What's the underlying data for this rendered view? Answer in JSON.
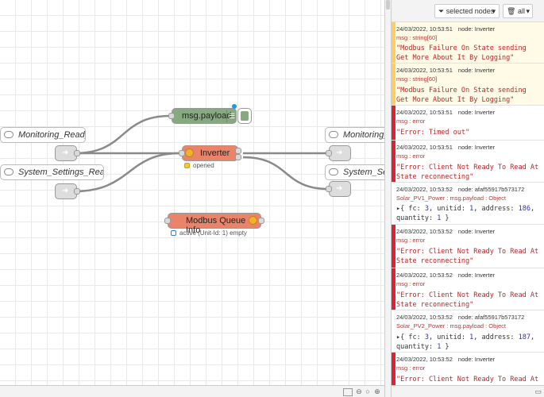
{
  "workspace": {
    "comments": [
      {
        "id": "monitoring-read-in",
        "label": "Monitoring_Read_In"
      },
      {
        "id": "system-settings-read-in",
        "label": "System_Settings_Read_In"
      },
      {
        "id": "monitoring-read-out",
        "label": "Monitoring_Re"
      },
      {
        "id": "system-settings-out",
        "label": "System_Settin"
      }
    ],
    "nodes": {
      "debug": {
        "label": "msg.payload"
      },
      "inverter": {
        "label": "Inverter",
        "status": "opened",
        "status_color": "#f0c93e"
      },
      "queue": {
        "label": "Modbus Queue Info",
        "status": "active (Unit-Id: 1) empty",
        "status_color": "#2f7ce6"
      }
    },
    "colors": {
      "debug_node": "#87a980",
      "modbus_node": "#e9846b",
      "link_node": "#dddddd",
      "wire": "#8a8a8a"
    }
  },
  "footer": {
    "icons": [
      "map-icon",
      "zoom-out-icon",
      "zoom-reset-icon",
      "zoom-in-icon"
    ],
    "zoom_out": "⊖",
    "zoom_reset": "○",
    "zoom_in": "⊕"
  },
  "sidebar": {
    "filter_label": "selected nodes",
    "clear_label": "all",
    "messages": [
      {
        "time": "24/03/2022, 10:53:51",
        "node": "node: Inverter",
        "topic": "msg : string[60]",
        "body": "\"Modbus Failure On State sending Get More About It By Logging\"",
        "level": "warn"
      },
      {
        "time": "24/03/2022, 10:53:51",
        "node": "node: Inverter",
        "topic": "msg : string[60]",
        "body": "\"Modbus Failure On State sending Get More About It By Logging\"",
        "level": "warn"
      },
      {
        "time": "24/03/2022, 10:53:51",
        "node": "node: Inverter",
        "topic": "msg : error",
        "body": "\"Error: Timed out\"",
        "level": "error"
      },
      {
        "time": "24/03/2022, 10:53:51",
        "node": "node: Inverter",
        "topic": "msg : error",
        "body": "\"Error: Client Not Ready To Read At State reconnecting\"",
        "level": "error"
      },
      {
        "time": "24/03/2022, 10:53:52",
        "node": "node: afaf55917b573172",
        "topic": "Solar_PV1_Power : msg.payload : Object",
        "obj": {
          "fc": "3",
          "unitid": "1",
          "address": "186",
          "quantity": "1"
        },
        "level": "info"
      },
      {
        "time": "24/03/2022, 10:53:52",
        "node": "node: Inverter",
        "topic": "msg : error",
        "body": "\"Error: Client Not Ready To Read At State reconnecting\"",
        "level": "error"
      },
      {
        "time": "24/03/2022, 10:53:52",
        "node": "node: Inverter",
        "topic": "msg : error",
        "body": "\"Error: Client Not Ready To Read At State reconnecting\"",
        "level": "error"
      },
      {
        "time": "24/03/2022, 10:53:52",
        "node": "node: afaf55917b573172",
        "topic": "Solar_PV2_Power : msg.payload : Object",
        "obj": {
          "fc": "3",
          "unitid": "1",
          "address": "187",
          "quantity": "1"
        },
        "level": "info"
      },
      {
        "time": "24/03/2022, 10:53:52",
        "node": "node: Inverter",
        "topic": "msg : error",
        "body": "\"Error: Client Not Ready To Read At",
        "level": "error"
      }
    ],
    "colors": {
      "warn": "#ffcc66",
      "error": "#dd2233",
      "info": "#ffffff"
    }
  }
}
